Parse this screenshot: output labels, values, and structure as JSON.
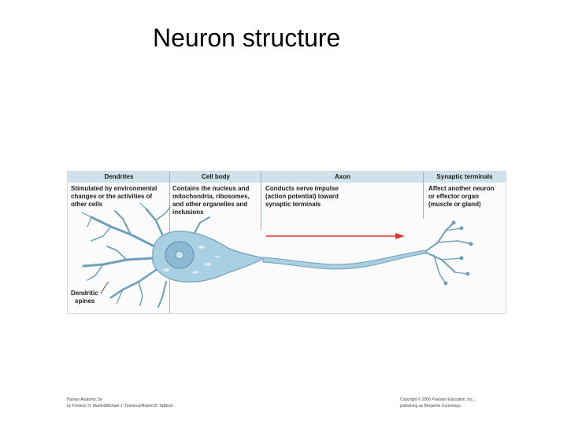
{
  "title": "Neuron structure",
  "figure": {
    "columns": [
      {
        "heading": "Dendrites",
        "description": [
          "Stimulated by environmental",
          "changes or the activities of",
          "other cells"
        ]
      },
      {
        "heading": "Cell body",
        "description": [
          "Contains the nucleus and",
          "mitochondria, ribosomes,",
          "and other organelles and",
          "inclusions"
        ]
      },
      {
        "heading": "Axon",
        "description": [
          "Conducts nerve impulse",
          "(action potential) toward",
          "synaptic terminals"
        ]
      },
      {
        "heading": "Synaptic terminals",
        "description": [
          "Affect another neuron",
          "or effector organ",
          "(muscle or gland)"
        ]
      }
    ],
    "callout": [
      "Dendritic",
      "spines"
    ],
    "colors": {
      "neuron": "#a9cfe3",
      "neuron_edge": "#6f9fba",
      "nucleus": "#8dbad3",
      "arrow": "#d9382e",
      "header": "#cfe1ea"
    }
  },
  "credits": {
    "left": [
      "Human Anatomy, 5e",
      "by Frederic H. Martini/Michael J. Timmons/Robert B. Tallitsch"
    ],
    "right": [
      "Copyright © 2006 Pearson Education, Inc.,",
      "publishing as Benjamin Cummings."
    ]
  }
}
